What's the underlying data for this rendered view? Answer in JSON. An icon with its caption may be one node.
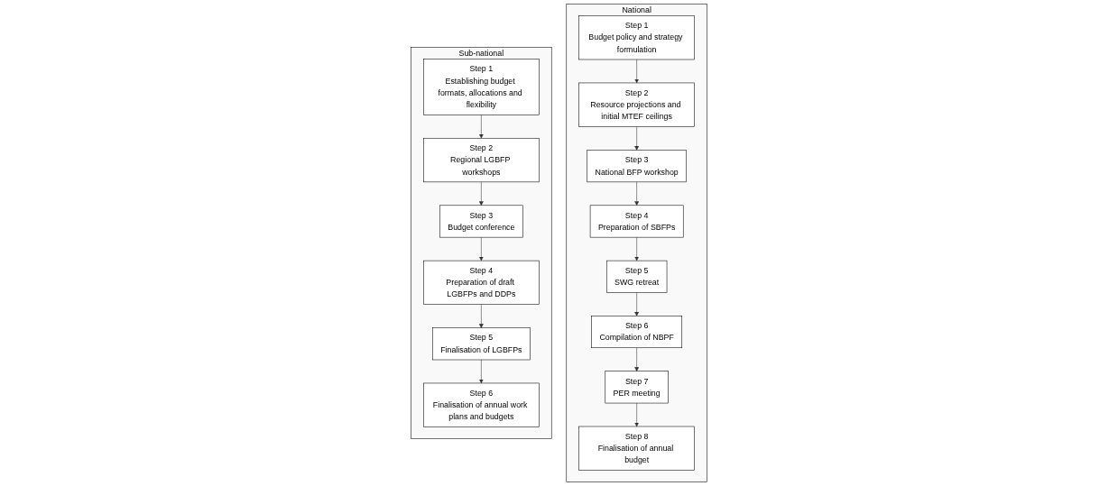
{
  "diagram": {
    "nodes": [
      {
        "text": [
          "National"
        ]
      },
      {
        "text": [
          "Step 1",
          "Budget policy and strategy formulation"
        ],
        "in": 0
      },
      {
        "text": [
          "Step 2",
          "Resource projections and initial MTEF ceilings"
        ],
        "in": 0
      },
      {
        "text": [
          "Step 3",
          "National BFP workshop"
        ],
        "in": 0
      },
      {
        "text": [
          "Step 4",
          "Preparation of SBFPs"
        ],
        "in": 0
      },
      {
        "text": [
          "Step 5",
          "SWG retreat"
        ],
        "in": 0
      },
      {
        "text": [
          "Step 6",
          "Compilation of NBPF"
        ],
        "in": 0
      },
      {
        "text": [
          "Step 7",
          "PER meeting"
        ],
        "in": 0
      },
      {
        "text": [
          "Step 8",
          "Finalisation of annual budget"
        ],
        "in": 0
      },
      {
        "text": [
          "Sub-national"
        ]
      },
      {
        "text": [
          "Step 1",
          "Establishing budget formats, allocations and flexibility"
        ],
        "in": 9
      },
      {
        "text": [
          "Step 2",
          "Regional LGBFP workshops"
        ],
        "in": 9
      },
      {
        "text": [
          "Step 3",
          "Budget conference"
        ],
        "in": 9
      },
      {
        "text": [
          "Step 4",
          "Preparation of draft LGBFPs and DDPs"
        ],
        "in": 9
      },
      {
        "text": [
          "Step 5",
          "Finalisation of LGBFPs"
        ],
        "in": 9
      },
      {
        "text": [
          "Step 6",
          "Finalisation of annual work plans and budgets"
        ],
        "in": 9
      }
    ],
    "edges": [
      {
        "from": 1,
        "to": 2,
        "arrow": "to"
      },
      {
        "from": 2,
        "to": 3,
        "arrow": "to"
      },
      {
        "from": 3,
        "to": 4,
        "arrow": "to"
      },
      {
        "from": 4,
        "to": 5,
        "arrow": "to"
      },
      {
        "from": 5,
        "to": 6,
        "arrow": "to"
      },
      {
        "from": 6,
        "to": 7,
        "arrow": "to"
      },
      {
        "from": 7,
        "to": 8,
        "arrow": "to"
      },
      {
        "from": 10,
        "to": 11,
        "arrow": "to"
      },
      {
        "from": 11,
        "to": 12,
        "arrow": "to"
      },
      {
        "from": 12,
        "to": 13,
        "arrow": "to"
      },
      {
        "from": 13,
        "to": 14,
        "arrow": "to"
      },
      {
        "from": 14,
        "to": 15,
        "arrow": "to"
      }
    ]
  }
}
